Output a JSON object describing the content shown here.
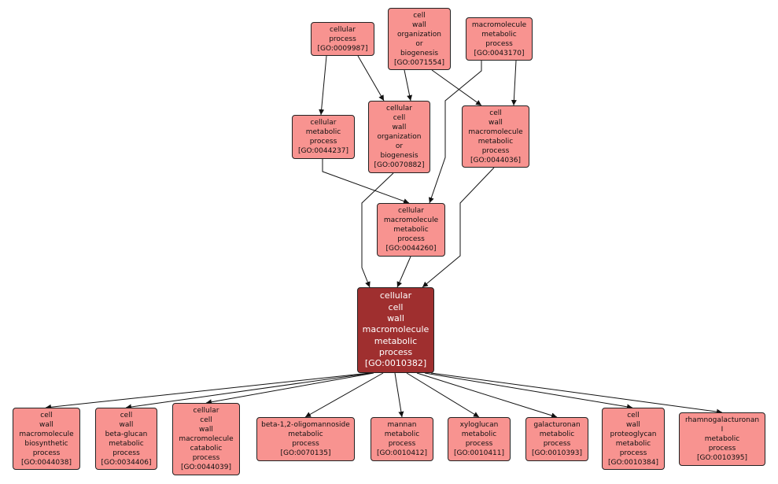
{
  "graph": {
    "nodes": [
      {
        "id": "GO:0009987",
        "label": "cellular\nprocess\n[GO:0009987]"
      },
      {
        "id": "GO:0071554",
        "label": "cell\nwall\norganization\nor\nbiogenesis\n[GO:0071554]"
      },
      {
        "id": "GO:0043170",
        "label": "macromolecule\nmetabolic\nprocess\n[GO:0043170]"
      },
      {
        "id": "GO:0044237",
        "label": "cellular\nmetabolic\nprocess\n[GO:0044237]"
      },
      {
        "id": "GO:0070882",
        "label": "cellular\ncell\nwall\norganization\nor\nbiogenesis\n[GO:0070882]"
      },
      {
        "id": "GO:0044036",
        "label": "cell\nwall\nmacromolecule\nmetabolic\nprocess\n[GO:0044036]"
      },
      {
        "id": "GO:0044260",
        "label": "cellular\nmacromolecule\nmetabolic\nprocess\n[GO:0044260]"
      },
      {
        "id": "GO:0010382",
        "label": "cellular\ncell\nwall\nmacromolecule\nmetabolic\nprocess\n[GO:0010382]",
        "focus": true
      },
      {
        "id": "GO:0044038",
        "label": "cell\nwall\nmacromolecule\nbiosynthetic\nprocess\n[GO:0044038]"
      },
      {
        "id": "GO:0034406",
        "label": "cell\nwall\nbeta-glucan\nmetabolic\nprocess\n[GO:0034406]"
      },
      {
        "id": "GO:0044039",
        "label": "cellular\ncell\nwall\nmacromolecule\ncatabolic\nprocess\n[GO:0044039]"
      },
      {
        "id": "GO:0070135",
        "label": "beta-1,2-oligomannoside\nmetabolic\nprocess\n[GO:0070135]"
      },
      {
        "id": "GO:0010412",
        "label": "mannan\nmetabolic\nprocess\n[GO:0010412]"
      },
      {
        "id": "GO:0010411",
        "label": "xyloglucan\nmetabolic\nprocess\n[GO:0010411]"
      },
      {
        "id": "GO:0010393",
        "label": "galacturonan\nmetabolic\nprocess\n[GO:0010393]"
      },
      {
        "id": "GO:0010384",
        "label": "cell\nwall\nproteoglycan\nmetabolic\nprocess\n[GO:0010384]"
      },
      {
        "id": "GO:0010395",
        "label": "rhamnogalacturonan\nI\nmetabolic\nprocess\n[GO:0010395]"
      }
    ],
    "edges": [
      {
        "from": "GO:0009987",
        "to": "GO:0044237"
      },
      {
        "from": "GO:0009987",
        "to": "GO:0070882"
      },
      {
        "from": "GO:0071554",
        "to": "GO:0070882"
      },
      {
        "from": "GO:0071554",
        "to": "GO:0044036"
      },
      {
        "from": "GO:0043170",
        "to": "GO:0044036"
      },
      {
        "from": "GO:0043170",
        "to": "GO:0044260"
      },
      {
        "from": "GO:0044237",
        "to": "GO:0044260"
      },
      {
        "from": "GO:0070882",
        "to": "GO:0010382"
      },
      {
        "from": "GO:0044260",
        "to": "GO:0010382"
      },
      {
        "from": "GO:0044036",
        "to": "GO:0010382"
      },
      {
        "from": "GO:0010382",
        "to": "GO:0044038"
      },
      {
        "from": "GO:0010382",
        "to": "GO:0034406"
      },
      {
        "from": "GO:0010382",
        "to": "GO:0044039"
      },
      {
        "from": "GO:0010382",
        "to": "GO:0070135"
      },
      {
        "from": "GO:0010382",
        "to": "GO:0010412"
      },
      {
        "from": "GO:0010382",
        "to": "GO:0010411"
      },
      {
        "from": "GO:0010382",
        "to": "GO:0010393"
      },
      {
        "from": "GO:0010382",
        "to": "GO:0010384"
      },
      {
        "from": "GO:0010382",
        "to": "GO:0010395"
      }
    ]
  },
  "colors": {
    "node_fill": "#f89390",
    "focus_fill": "#9f2f2f",
    "edge": "#111111",
    "background": "#ffffff"
  }
}
